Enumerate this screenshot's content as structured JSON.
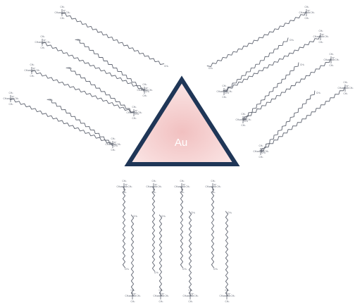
{
  "particle": {
    "label": "Au",
    "colors": {
      "outline": "#1f3657",
      "fill_center": "#f1c0c0",
      "fill_edge": "#fbe6e6",
      "chain": "#5f6470"
    }
  },
  "ligands": {
    "head_group_label": "N⁺",
    "methyl_label": "CH₃",
    "upper_left_count": 7,
    "upper_right_count": 7,
    "lower_count": 8
  }
}
